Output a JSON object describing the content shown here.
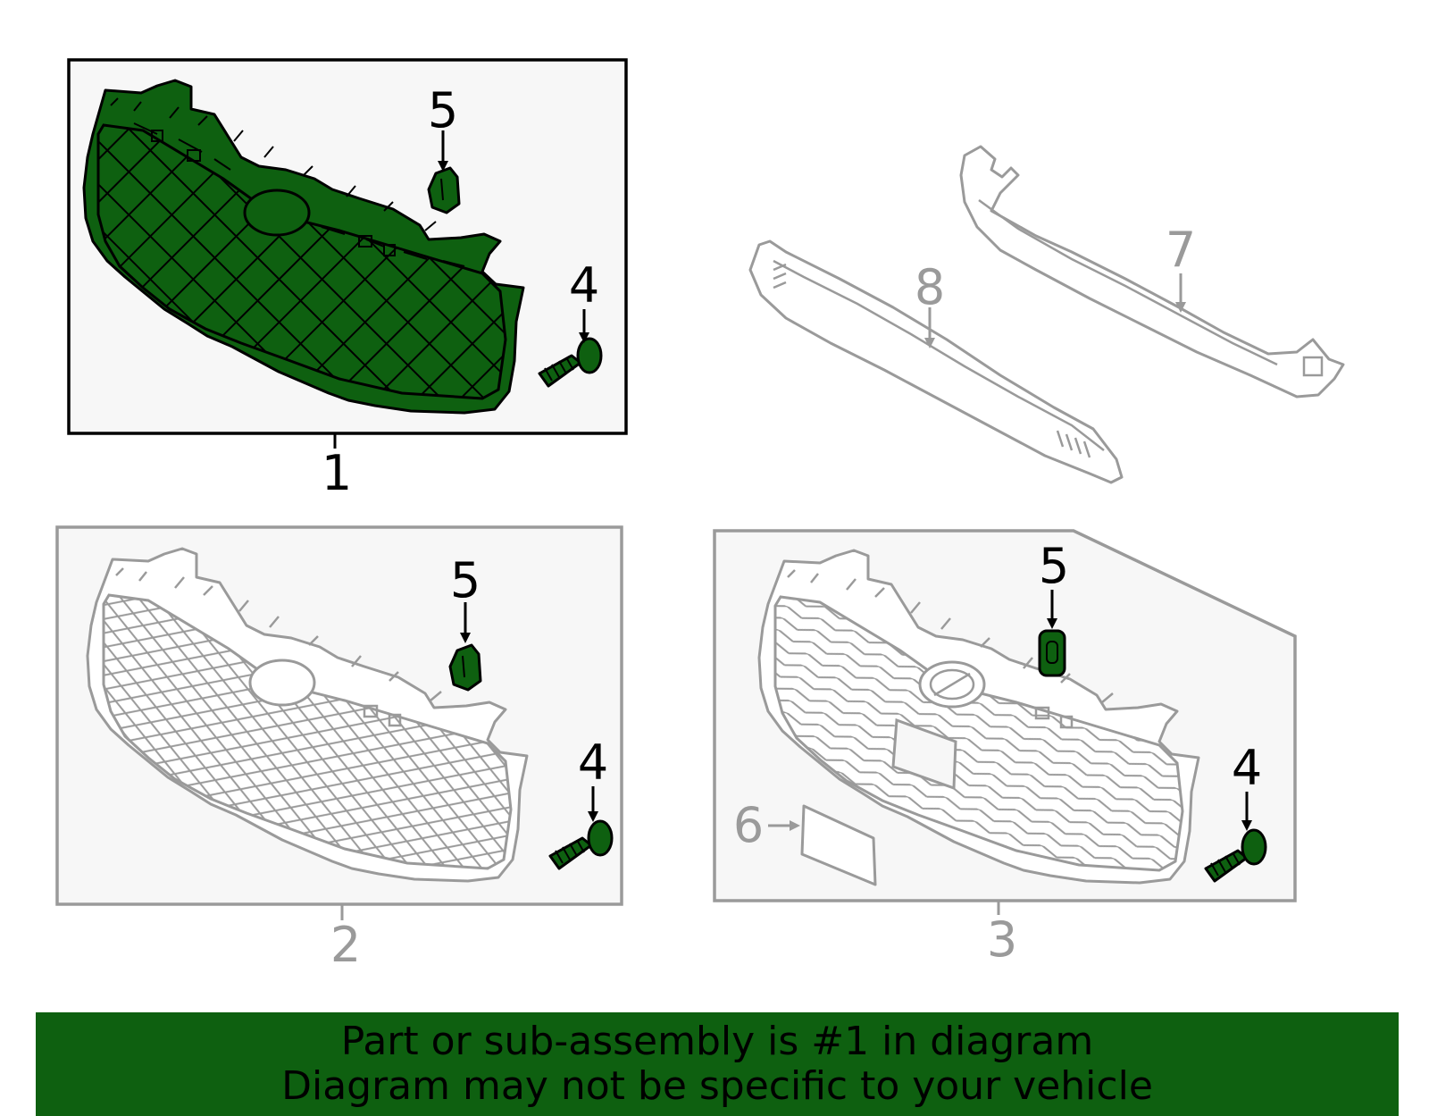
{
  "callouts": {
    "c1": "1",
    "c2": "2",
    "c3": "3",
    "c4a": "4",
    "c4b": "4",
    "c4c": "4",
    "c5a": "5",
    "c5b": "5",
    "c5c": "5",
    "c6": "6",
    "c7": "7",
    "c8": "8"
  },
  "colors": {
    "highlight": "#0e6010",
    "inactive": "#9a9a9a",
    "panel": "#f7f7f7"
  },
  "banner": {
    "line1": "Part or sub-assembly is #1 in diagram",
    "line2": "Diagram may not be specific to your vehicle"
  }
}
